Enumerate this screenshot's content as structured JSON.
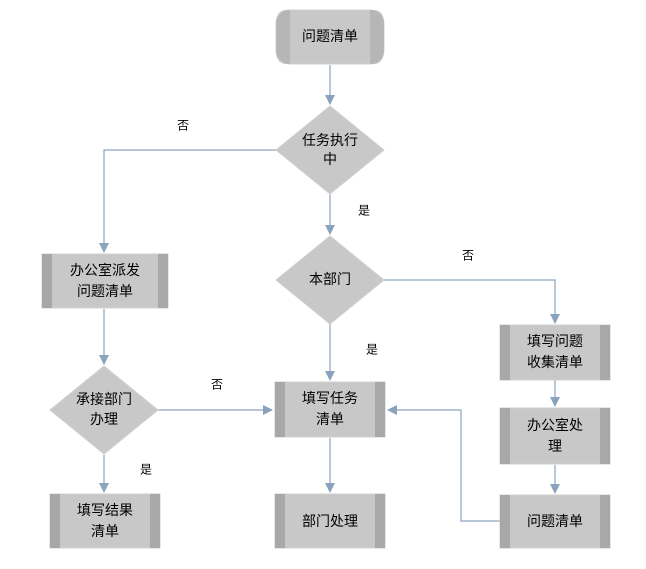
{
  "colors": {
    "node_fill": "#c8c8c8",
    "stripe": "#a8a8a8",
    "edge": "#8aa3bd",
    "text": "#000000"
  },
  "nodes": {
    "start": {
      "shape": "terminator",
      "lines": [
        "问题清单"
      ]
    },
    "task_running": {
      "shape": "decision",
      "lines": [
        "任务执行",
        "中"
      ]
    },
    "own_department": {
      "shape": "decision",
      "lines": [
        "本部门"
      ]
    },
    "office_dispatch": {
      "shape": "process",
      "lines": [
        "办公室派发",
        "问题清单"
      ]
    },
    "receiving_department": {
      "shape": "decision",
      "lines": [
        "承接部门",
        "办理"
      ]
    },
    "fill_result": {
      "shape": "process",
      "lines": [
        "填写结果",
        "清单"
      ]
    },
    "fill_task": {
      "shape": "process",
      "lines": [
        "填写任务",
        "清单"
      ]
    },
    "department_handle": {
      "shape": "process",
      "lines": [
        "部门处理"
      ]
    },
    "fill_collection": {
      "shape": "process",
      "lines": [
        "填写问题",
        "收集清单"
      ]
    },
    "office_handle": {
      "shape": "process",
      "lines": [
        "办公室处",
        "理"
      ]
    },
    "issue_list_end": {
      "shape": "process",
      "lines": [
        "问题清单"
      ]
    }
  },
  "edge_labels": {
    "task_no": "否",
    "task_yes": "是",
    "dept_no": "否",
    "dept_yes": "是",
    "undertake_no": "否",
    "undertake_yes": "是"
  }
}
